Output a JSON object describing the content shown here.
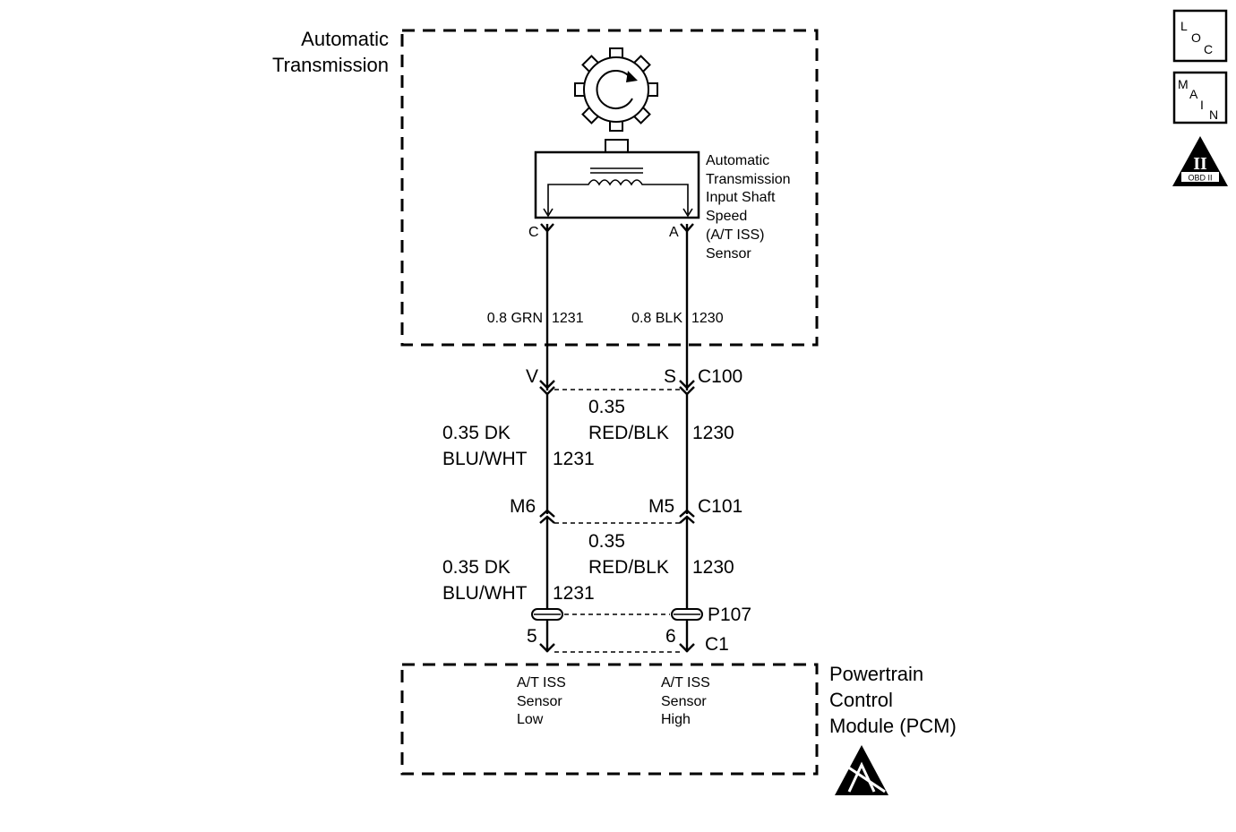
{
  "trans_box": {
    "title_line1": "Automatic",
    "title_line2": "Transmission"
  },
  "sensor": {
    "lines": [
      "Automatic",
      "Transmission",
      "Input Shaft",
      "Speed",
      "(A/T ISS)",
      "Sensor"
    ],
    "pin_left": "C",
    "pin_right": "A"
  },
  "wires_upper": {
    "left": {
      "gauge_color": "0.8 GRN",
      "circuit": "1231"
    },
    "right": {
      "gauge_color": "0.8 BLK",
      "circuit": "1230"
    }
  },
  "c100": {
    "name": "C100",
    "pin_left": "V",
    "pin_right": "S"
  },
  "wires_mid1": {
    "left": {
      "line1": "0.35 DK",
      "line2": "BLU/WHT",
      "circuit": "1231"
    },
    "right": {
      "line1": "0.35",
      "line2": "RED/BLK",
      "circuit": "1230"
    }
  },
  "c101": {
    "name": "C101",
    "pin_left": "M6",
    "pin_right": "M5"
  },
  "wires_mid2": {
    "left": {
      "line1": "0.35 DK",
      "line2": "BLU/WHT",
      "circuit": "1231"
    },
    "right": {
      "line1": "0.35",
      "line2": "RED/BLK",
      "circuit": "1230"
    }
  },
  "p107": {
    "name": "P107"
  },
  "c1": {
    "name": "C1",
    "pin_left": "5",
    "pin_right": "6"
  },
  "pcm": {
    "title_line1": "Powertrain",
    "title_line2": "Control",
    "title_line3": "Module (PCM)",
    "pin_left_lines": [
      "A/T ISS",
      "Sensor",
      "Low"
    ],
    "pin_right_lines": [
      "A/T ISS",
      "Sensor",
      "High"
    ]
  },
  "icons": {
    "loc": {
      "l": "L",
      "o": "O",
      "c": "C"
    },
    "main": {
      "m": "M",
      "a": "A",
      "i": "I",
      "n": "N"
    },
    "obd": {
      "roman": "II",
      "label": "OBD II"
    }
  }
}
